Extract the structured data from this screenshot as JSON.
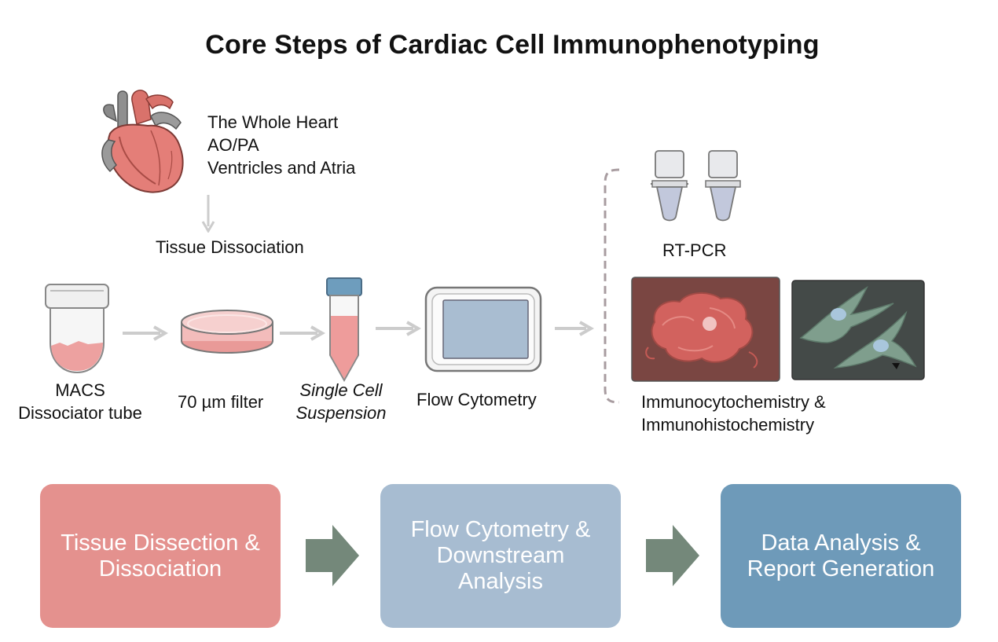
{
  "title": "Core Steps of Cardiac Cell Immunophenotyping",
  "heart_labels": [
    "The Whole Heart",
    "AO/PA",
    "Ventricles and Atria"
  ],
  "tissue_dissociation_label": "Tissue Dissociation",
  "workflow": {
    "macs": [
      "MACS",
      "Dissociator tube"
    ],
    "filter": "70 µm filter",
    "single_cell": [
      "Single Cell",
      "Suspension"
    ],
    "flow": "Flow Cytometry"
  },
  "downstream": {
    "rtpcr": "RT-PCR",
    "immuno": [
      "Immunocytochemistry &",
      "Immunohistochemistry"
    ]
  },
  "steps": [
    {
      "lines": [
        "Tissue Dissection &",
        "Dissociation"
      ],
      "color": "#e4918e"
    },
    {
      "lines": [
        "Flow Cytometry &",
        "Downstream",
        "Analysis"
      ],
      "color": "#a7bcd1"
    },
    {
      "lines": [
        "Data Analysis &",
        "Report Generation"
      ],
      "color": "#6e9ab9"
    }
  ],
  "colors": {
    "arrow_green": "#74887a",
    "gray_arrow": "#cccccc"
  },
  "icons": [
    "heart-icon",
    "macs-tube-icon",
    "petri-dish-icon",
    "conical-tube-icon",
    "flow-cytometer-icon",
    "pcr-tube-icon",
    "tissue-section-image",
    "cell-image"
  ]
}
